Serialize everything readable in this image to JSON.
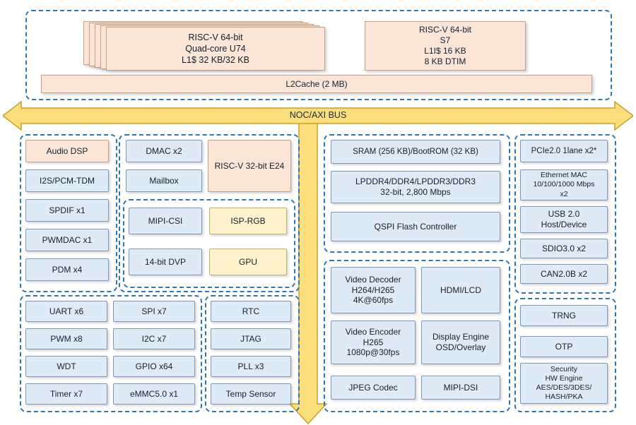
{
  "colors": {
    "dashed_border": "#2E75B6",
    "blue_block": "#DEEBF7",
    "peach_block": "#FBE5D6",
    "yellow_block": "#FFF2CC",
    "bus_arrow": "#F9DE7B"
  },
  "cpu": {
    "u74": "RISC-V 64-bit\nQuad-core U74\nL1$ 32 KB/32 KB",
    "s7": "RISC-V 64-bit\nS7\nL1I$ 16 KB\n8 KB DTIM",
    "l2cache": "L2Cache (2 MB)"
  },
  "bus": {
    "label": "NOC/AXI BUS"
  },
  "audio": {
    "items": [
      "Audio DSP",
      "I2S/PCM-TDM",
      "SPDIF x1",
      "PWMDAC x1",
      "PDM x4"
    ]
  },
  "dsp_system": {
    "dmac": "DMAC x2",
    "mailbox": "Mailbox",
    "e24": "RISC-V 32-bit E24"
  },
  "camera": {
    "mipi_csi": "MIPI-CSI",
    "isp_rgb": "ISP-RGB",
    "dvp": "14-bit DVP",
    "gpu": "GPU"
  },
  "peripherals": {
    "items": [
      "UART x6",
      "SPI x7",
      "PWM x8",
      "I2C x7",
      "WDT",
      "GPIO x64",
      "Timer x7",
      "eMMC5.0 x1"
    ]
  },
  "clock_debug": {
    "items": [
      "RTC",
      "JTAG",
      "PLL x3",
      "Temp Sensor"
    ]
  },
  "memory": {
    "sram": "SRAM (256 KB)/BootROM (32 KB)",
    "ddr": "LPDDR4/DDR4/LPDDR3/DDR3\n32-bit, 2,800 Mbps",
    "qspi": "QSPI Flash Controller"
  },
  "video": {
    "decoder": "Video Decoder\nH264/H265\n4K@60fps",
    "hdmi_lcd": "HDMI/LCD",
    "encoder": "Video Encoder\nH265\n1080p@30fps",
    "display_engine": "Display Engine\nOSD/Overlay",
    "jpeg": "JPEG Codec",
    "mipi_dsi": "MIPI-DSI"
  },
  "connectivity": {
    "items": [
      "PCIe2.0 1lane x2*",
      "Ethernet MAC\n10/100/1000 Mbps\nx2",
      "USB 2.0\nHost/Device",
      "SDIO3.0 x2",
      "CAN2.0B x2"
    ]
  },
  "security": {
    "items": [
      "TRNG",
      "OTP",
      "Security\nHW Engine\nAES/DES/3DES/\nHASH/PKA"
    ]
  }
}
